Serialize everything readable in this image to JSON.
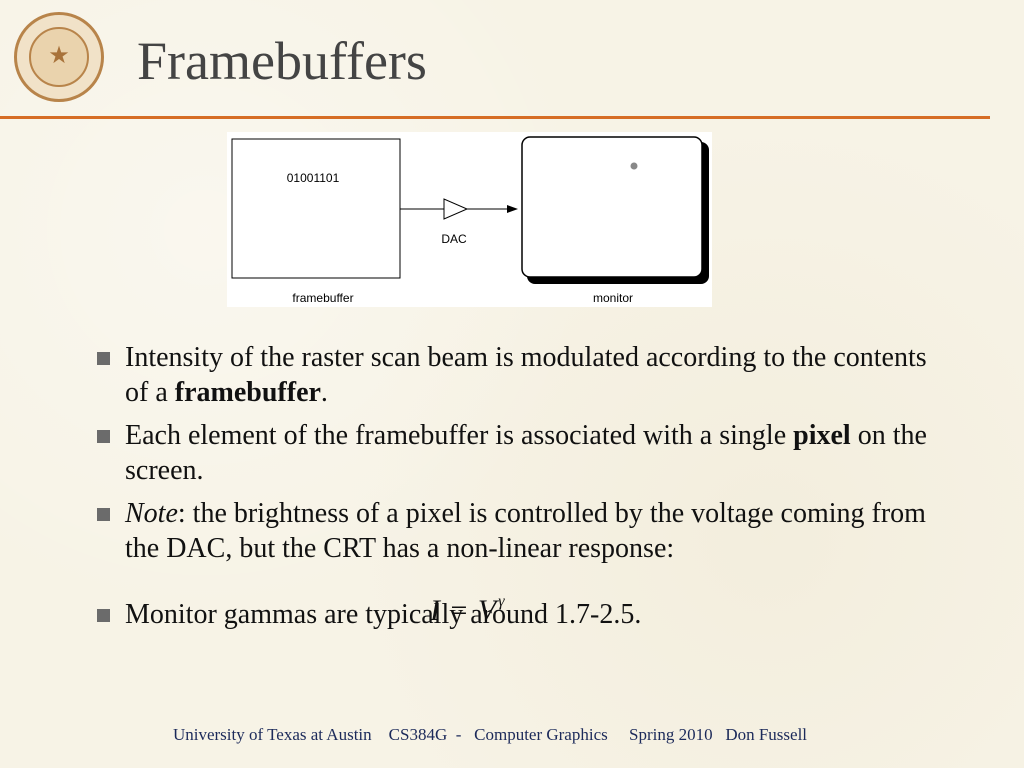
{
  "slide": {
    "title": "Framebuffers",
    "diagram": {
      "framebuffer_value": "01001101",
      "dac_label": "DAC",
      "framebuffer_label": "framebuffer",
      "monitor_label": "monitor"
    },
    "bullets": [
      {
        "pre": "Intensity of the raster scan beam is modulated according to the contents of a ",
        "bold": "framebuffer",
        "post": "."
      },
      {
        "pre": "Each element of the framebuffer is associated with a single ",
        "bold": "pixel",
        "post": " on the screen."
      },
      {
        "italic": "Note",
        "text": ": the brightness of a pixel is controlled by the voltage coming from the DAC, but the CRT has a non-linear response:"
      },
      {
        "text": "Monitor gammas are typically around 1.7-2.5."
      }
    ],
    "formula": {
      "lhs": "I",
      "eq": "=",
      "base": "V",
      "exponent": "γ"
    },
    "footer": "University of Texas at Austin    CS384G  -   Computer Graphics     Spring 2010   Don Fussell"
  },
  "colors": {
    "rule": "#d66d25",
    "title": "#444444",
    "footer": "#1c2a5a",
    "seal": "#b8844a"
  },
  "icons": {
    "seal": "university-seal-icon",
    "bullet": "square-bullet-icon"
  }
}
